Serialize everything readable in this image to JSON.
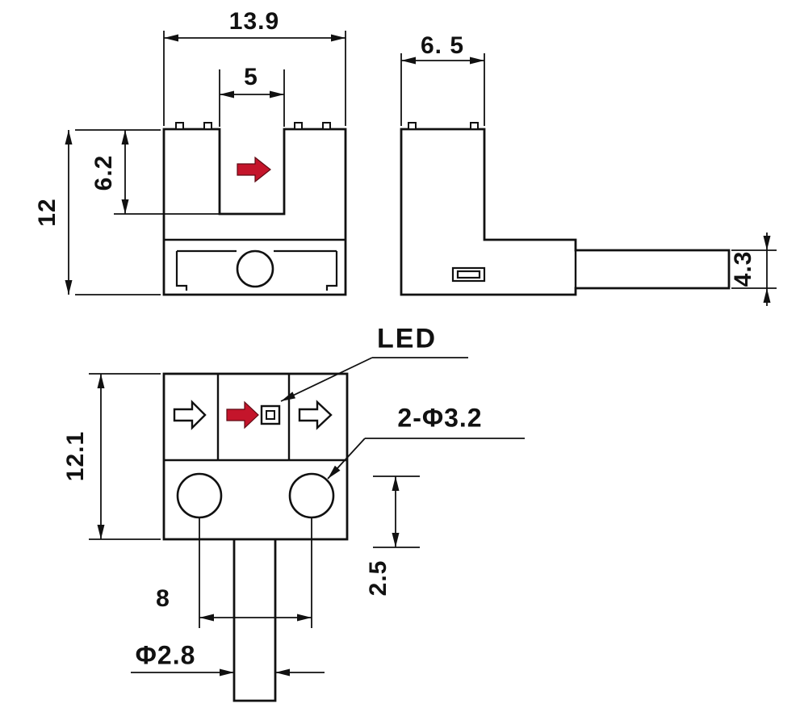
{
  "drawing": {
    "colors": {
      "line": "#111111",
      "arrow_red": "#c4152b",
      "background": "#ffffff"
    },
    "icons": {
      "sensing_direction_arrow": "red-right-arrow",
      "optical_axis_arrow": "white-outline-right-arrow"
    },
    "labels": {
      "front_width": "13.9",
      "front_slot_width": "5",
      "front_height": "12",
      "front_slot_depth": "6.2",
      "side_width": "6. 5",
      "side_tongue_height": "4.3",
      "top_height": "12.1",
      "led": "LED",
      "mounting_holes": "2-Φ3.2",
      "hole_spacing": "8",
      "hole_to_edge": "2.5",
      "stem_diameter": "Φ2.8"
    }
  }
}
